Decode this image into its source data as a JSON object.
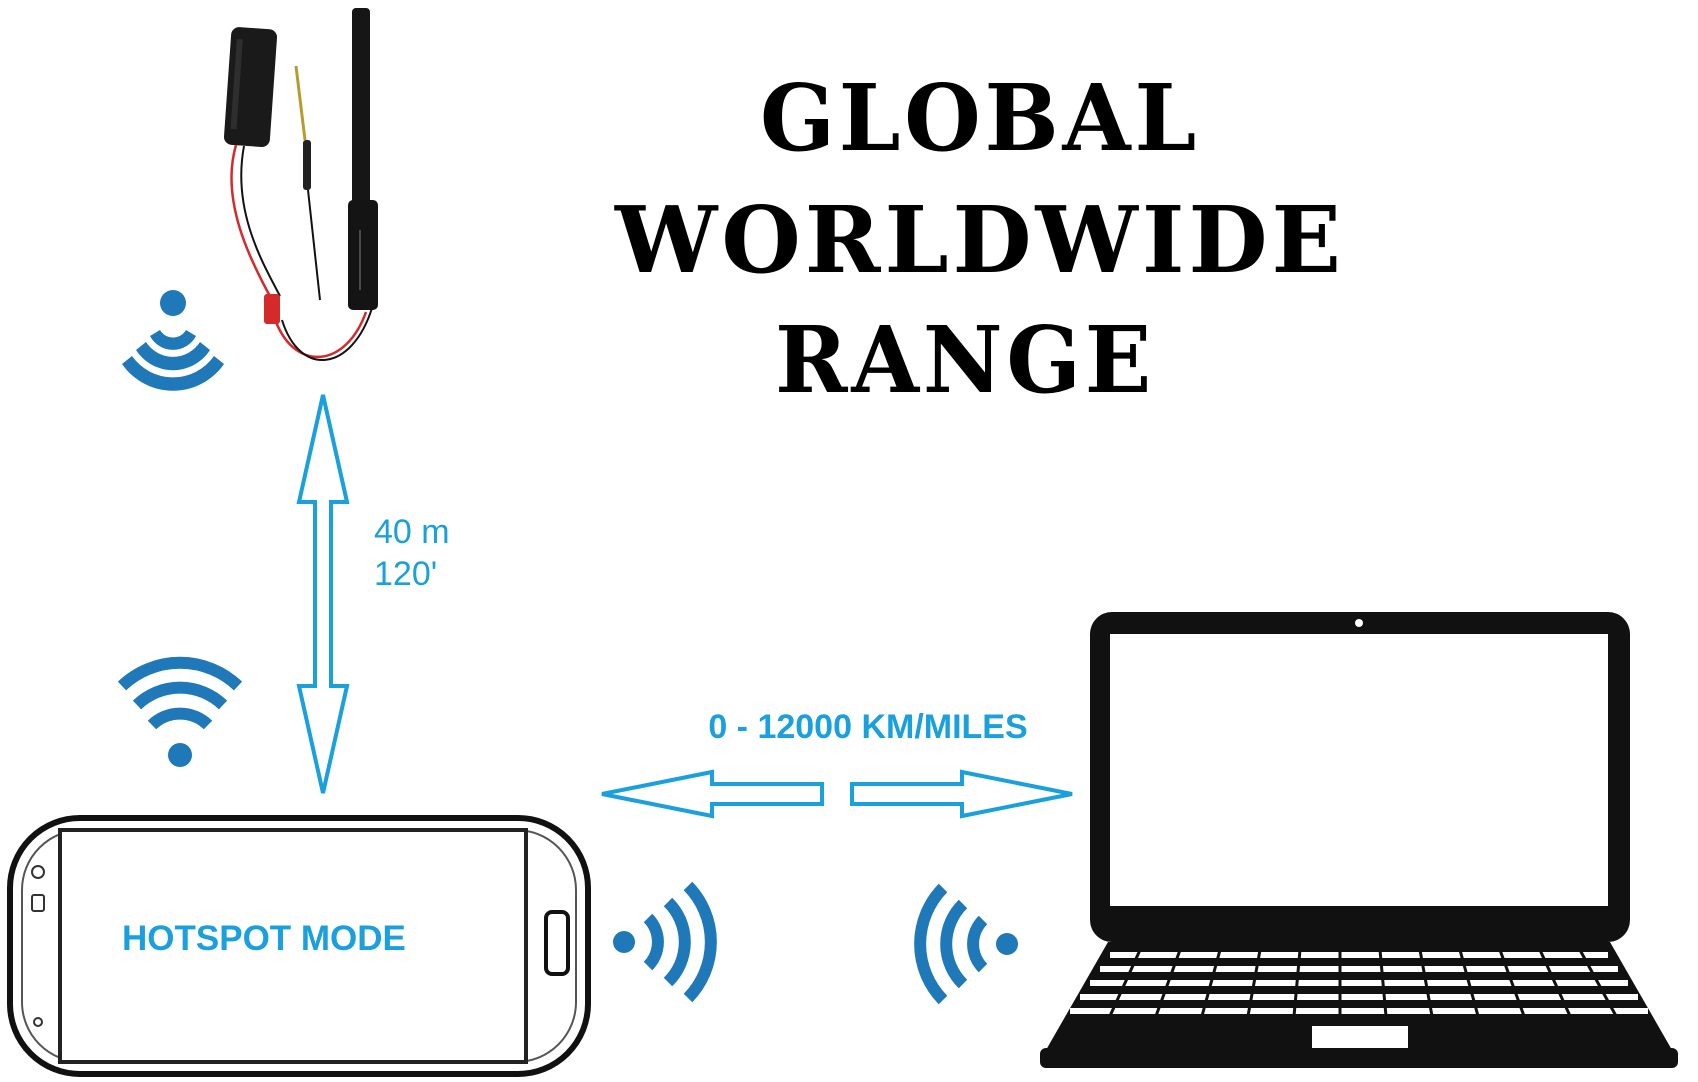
{
  "title": {
    "lines": [
      "GLOBAL",
      "WORLDWIDE",
      "RANGE"
    ]
  },
  "labels": {
    "short_range_m": "40 m",
    "short_range_ft": "120'",
    "long_range": "0 - 12000 KM/MILES",
    "phone_mode": "HOTSPOT MODE"
  },
  "colors": {
    "accent_blue": "#1aa0dc",
    "signal_blue": "#1f78b8",
    "ink": "#000000"
  },
  "icons": [
    "camera-module-image",
    "wifi-signal-icon",
    "wifi-symbol-icon",
    "signal-waves-right-icon",
    "signal-waves-left-icon",
    "smartphone-image",
    "laptop-image"
  ]
}
